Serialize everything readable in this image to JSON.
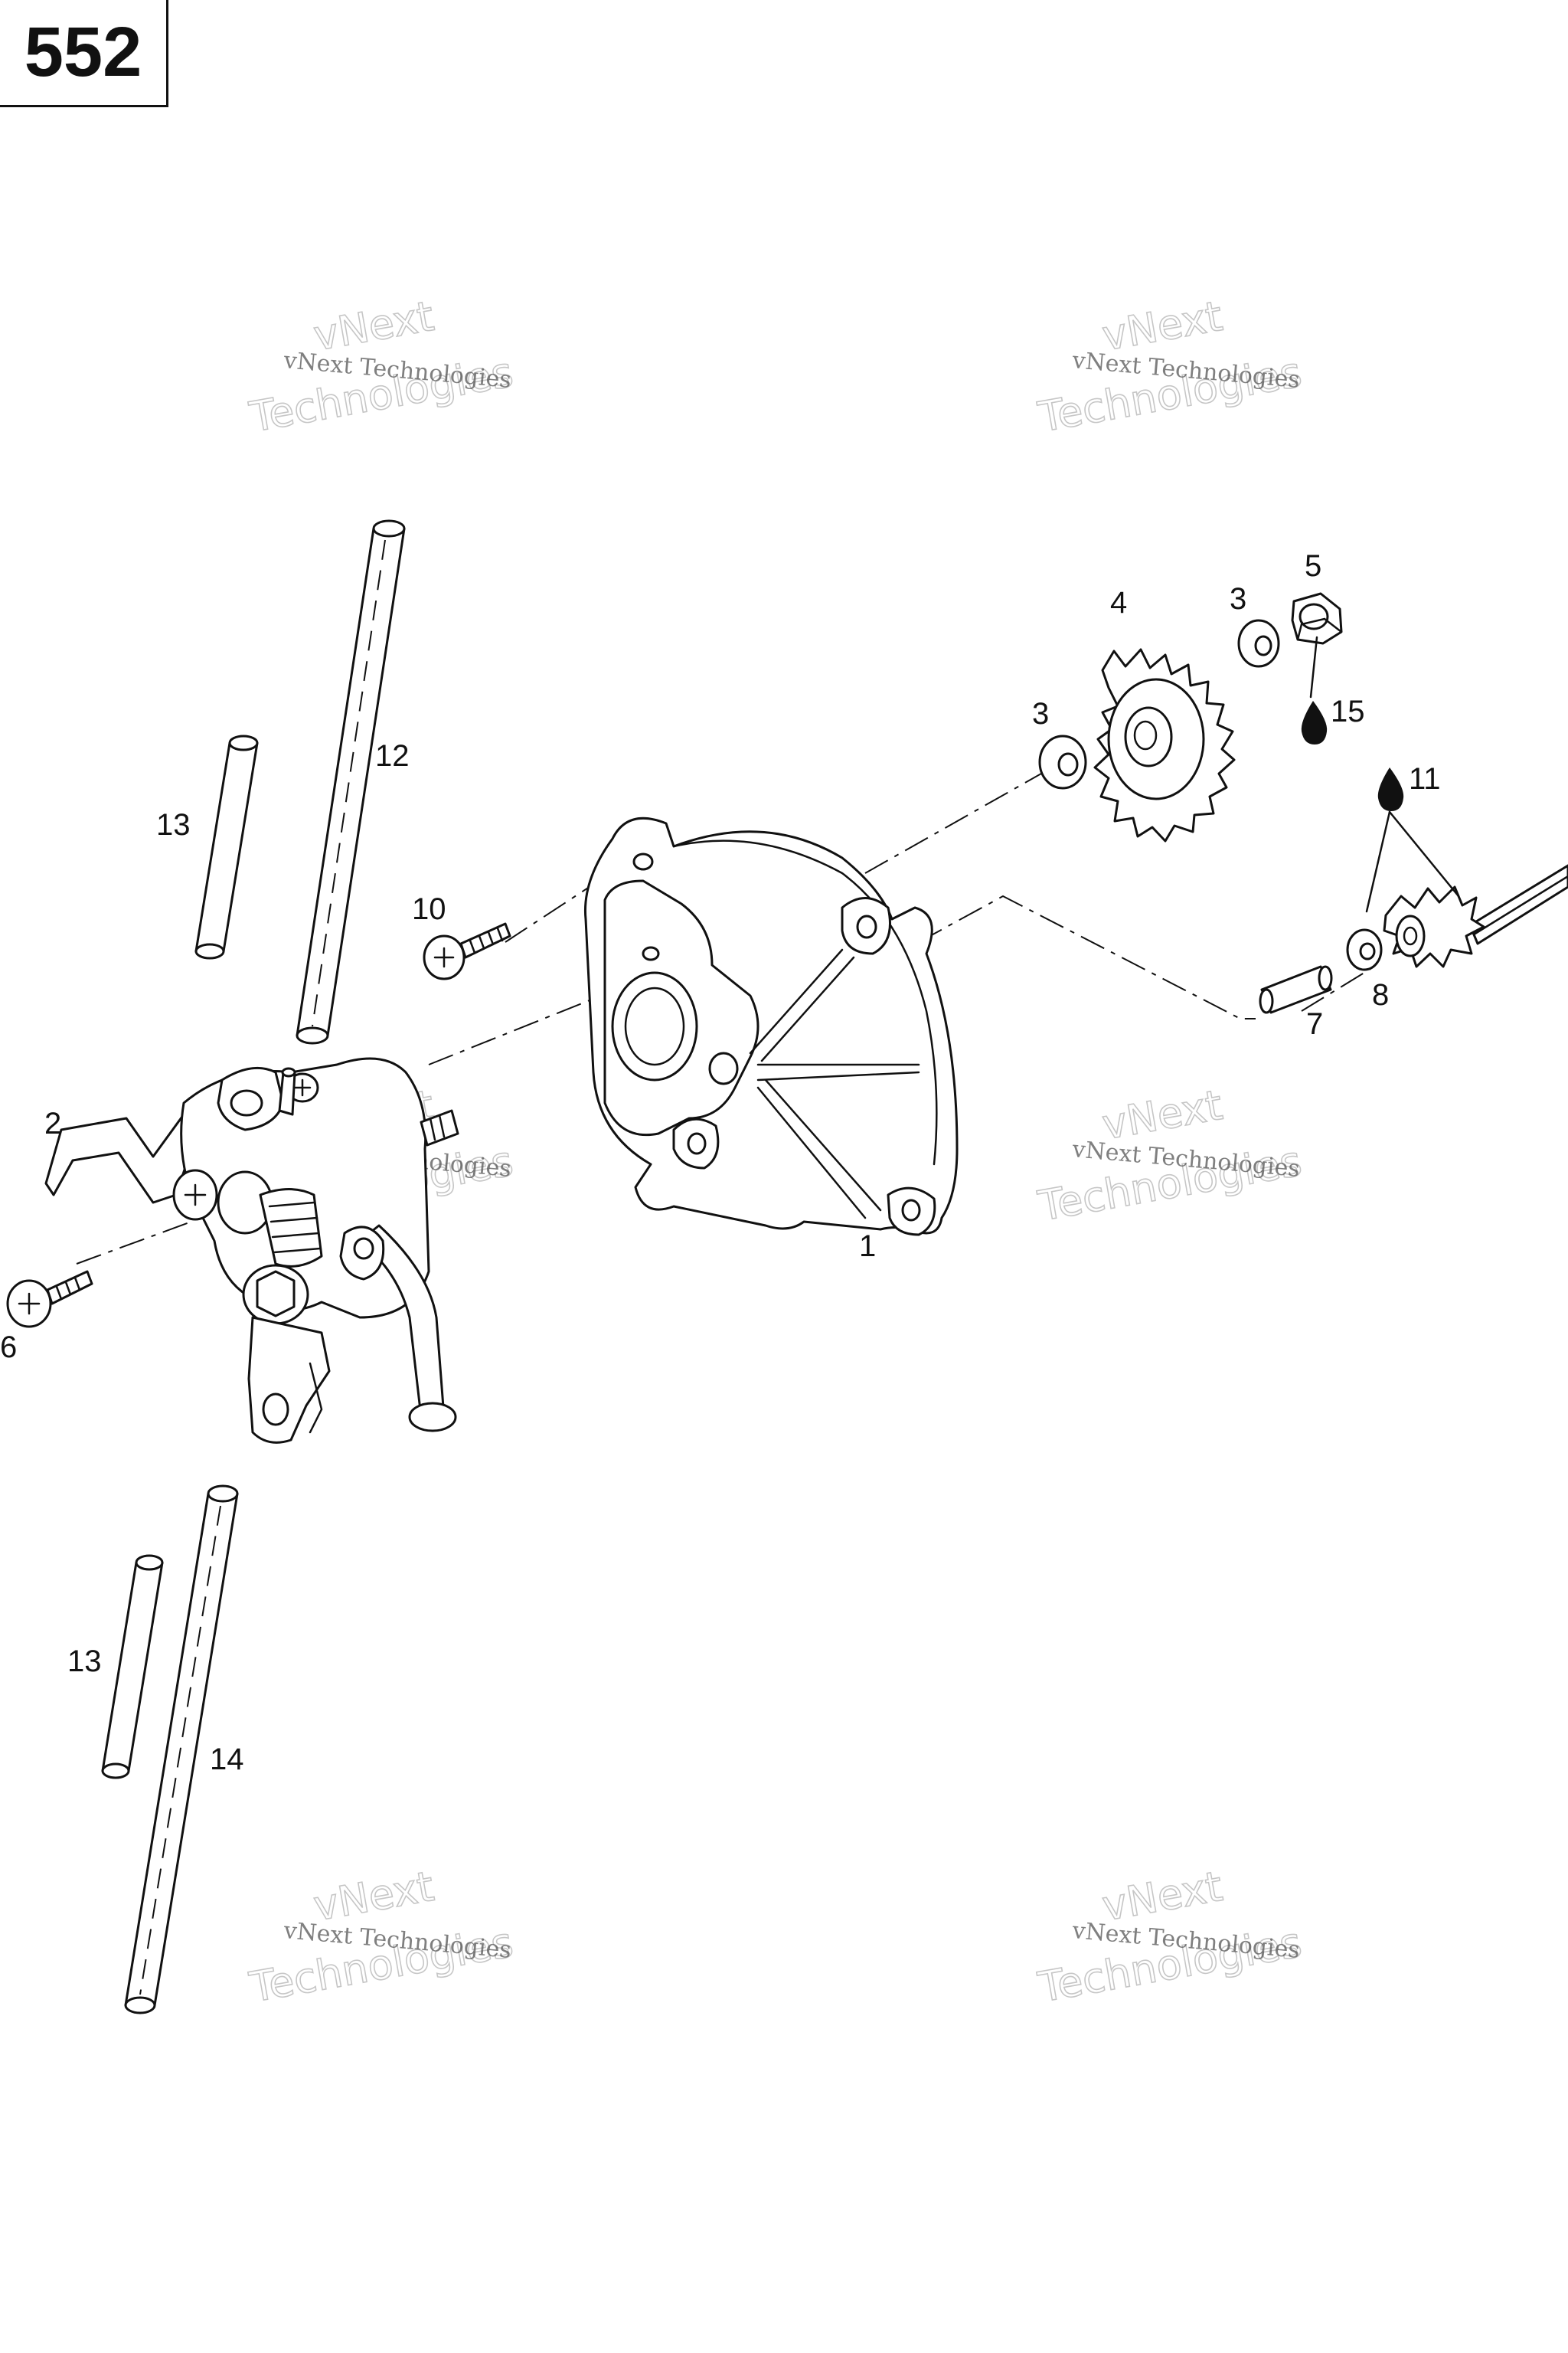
{
  "page_number": "552",
  "watermark": {
    "line1": "vNext",
    "line2": "Technologies",
    "small": "vNext Technologies"
  },
  "callouts": {
    "c1": "1",
    "c2": "2",
    "c3a": "3",
    "c3b": "3",
    "c4": "4",
    "c5": "5",
    "c6": "6",
    "c7": "7",
    "c8": "8",
    "c10": "10",
    "c11": "11",
    "c12": "12",
    "c13a": "13",
    "c13b": "13",
    "c14": "14",
    "c15": "15"
  },
  "icons": {
    "lubricant": "oil-drop-icon"
  }
}
